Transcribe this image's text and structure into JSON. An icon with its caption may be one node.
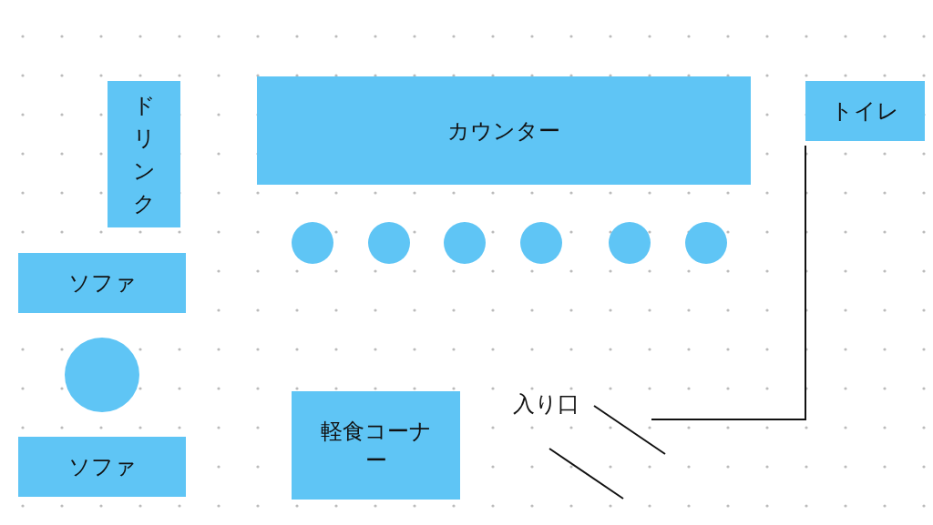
{
  "diagram": {
    "nodes": [
      {
        "text": [
          "ドリンク"
        ]
      },
      {
        "text": [
          "カウンター"
        ]
      },
      {
        "text": [
          "トイレ"
        ]
      },
      {
        "text": [],
        "shape": "circle"
      },
      {
        "text": [],
        "shape": "circle"
      },
      {
        "text": [],
        "shape": "circle"
      },
      {
        "text": [],
        "shape": "circle"
      },
      {
        "text": [],
        "shape": "circle"
      },
      {
        "text": [],
        "shape": "circle"
      },
      {
        "text": [
          "ソファ"
        ]
      },
      {
        "text": [],
        "shape": "circle"
      },
      {
        "text": [
          "ソファ"
        ]
      },
      {
        "text": [
          "軽食コーナー"
        ]
      }
    ],
    "edges": [],
    "labels": [
      "入り口"
    ]
  }
}
